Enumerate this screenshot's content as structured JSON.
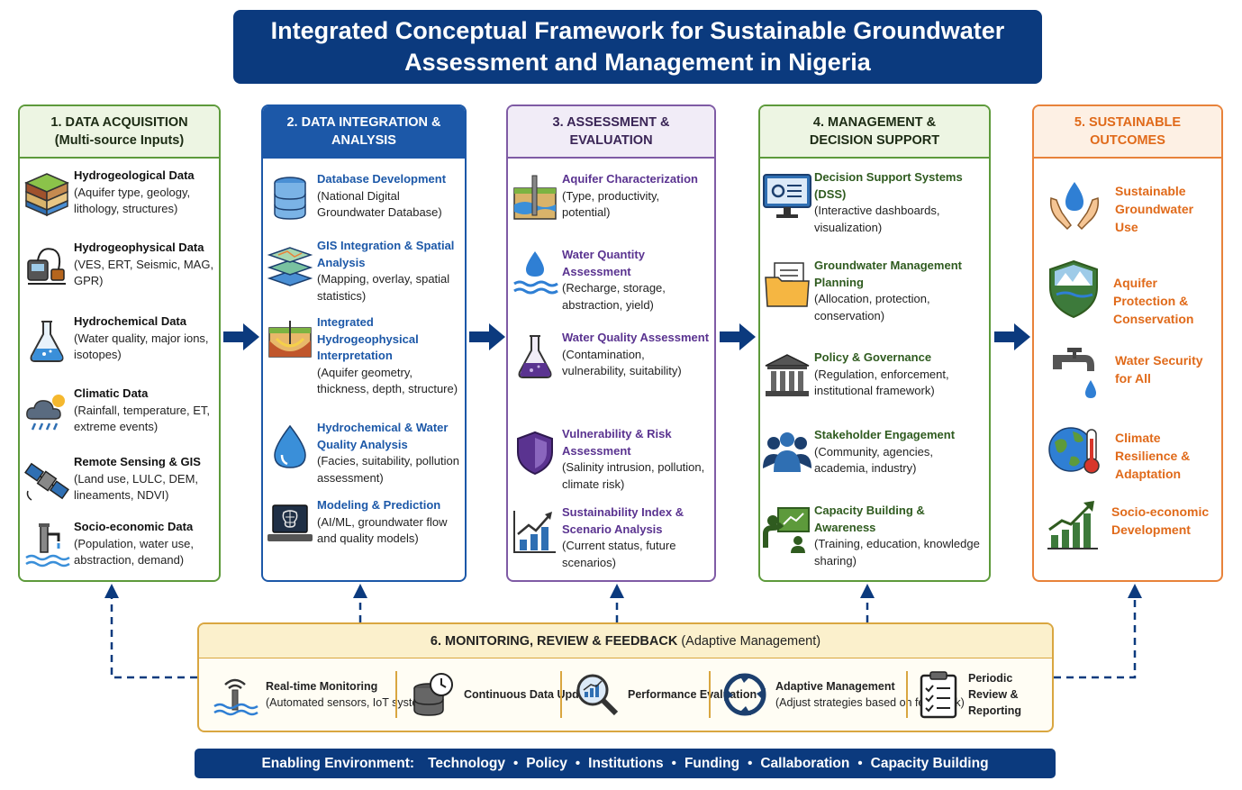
{
  "title": {
    "line1": "Integrated Conceptual Framework for Sustainable Groundwater",
    "line2": "Assessment and Management in Nigeria"
  },
  "columns": [
    {
      "heading_line1": "1. DATA ACQUISITION",
      "heading_line2": "(Multi-source Inputs)",
      "items": [
        {
          "title": "Hydrogeological Data",
          "desc": "(Aquifer type, geology, lithology, structures)",
          "icon": "soil-layers-icon"
        },
        {
          "title": "Hydrogeophysical Data",
          "desc": "(VES, ERT, Seismic, MAG, GPR)",
          "icon": "geophysics-instrument-icon"
        },
        {
          "title": "Hydrochemical Data",
          "desc": "(Water quality, major ions, isotopes)",
          "icon": "flask-icon"
        },
        {
          "title": "Climatic Data",
          "desc": "(Rainfall, temperature, ET, extreme events)",
          "icon": "rain-cloud-icon"
        },
        {
          "title": "Remote Sensing & GIS",
          "desc": "(Land use, LULC, DEM, lineaments, NDVI)",
          "icon": "satellite-icon"
        },
        {
          "title": "Socio-economic Data",
          "desc": "(Population, water use, abstraction, demand)",
          "icon": "water-tap-icon"
        }
      ]
    },
    {
      "heading_line1": "2. DATA INTEGRATION &",
      "heading_line2": "ANALYSIS",
      "items": [
        {
          "title": "Database Development",
          "desc": "(National Digital Groundwater Database)",
          "icon": "database-icon"
        },
        {
          "title": "GIS Integration & Spatial Analysis",
          "desc": "(Mapping, overlay, spatial statistics)",
          "icon": "gis-layers-icon"
        },
        {
          "title": "Integrated Hydrogeophysical Interpretation",
          "desc": "(Aquifer geometry, thickness, depth, structure)",
          "icon": "subsurface-section-icon"
        },
        {
          "title": "Hydrochemical & Water Quality Analysis",
          "desc": "(Facies, suitability, pollution assessment)",
          "icon": "water-drop-icon"
        },
        {
          "title": "Modeling & Prediction",
          "desc": "(AI/ML, groundwater flow and quality models)",
          "icon": "ai-laptop-icon"
        }
      ]
    },
    {
      "heading_line1": "3. ASSESSMENT &",
      "heading_line2": "EVALUATION",
      "items": [
        {
          "title": "Aquifer Characterization",
          "desc": "(Type, productivity, potential)",
          "icon": "aquifer-well-icon"
        },
        {
          "title": "Water Quantity Assessment",
          "desc": "(Recharge, storage, abstraction, yield)",
          "icon": "drop-waves-icon"
        },
        {
          "title": "Water Quality Assessment",
          "desc": "(Contamination, vulnerability, suitability)",
          "icon": "purple-flask-icon"
        },
        {
          "title": "Vulnerability & Risk Assessment",
          "desc": "(Salinity intrusion, pollution, climate risk)",
          "icon": "shield-icon"
        },
        {
          "title": "Sustainability Index & Scenario Analysis",
          "desc": "(Current status, future scenarios)",
          "icon": "trend-chart-icon"
        }
      ]
    },
    {
      "heading_line1": "4. MANAGEMENT &",
      "heading_line2": "DECISION SUPPORT",
      "items": [
        {
          "title": "Decision Support Systems (DSS)",
          "desc": "(Interactive dashboards, visualization)",
          "icon": "dashboard-monitor-icon"
        },
        {
          "title": "Groundwater Management Planning",
          "desc": "(Allocation, protection, conservation)",
          "icon": "folder-document-icon"
        },
        {
          "title": "Policy & Governance",
          "desc": "(Regulation, enforcement, institutional framework)",
          "icon": "government-building-icon"
        },
        {
          "title": "Stakeholder Engagement",
          "desc": "(Community, agencies, academia, industry)",
          "icon": "people-group-icon"
        },
        {
          "title": "Capacity Building & Awareness",
          "desc": "(Training, education, knowledge sharing)",
          "icon": "teaching-board-icon"
        }
      ]
    },
    {
      "heading_line1": "5. SUSTAINABLE",
      "heading_line2": "OUTCOMES",
      "items": [
        {
          "title": "Sustainable Groundwater Use",
          "icon": "hands-drop-icon"
        },
        {
          "title": "Aquifer Protection & Conservation",
          "icon": "landscape-shield-icon"
        },
        {
          "title": "Water Security for All",
          "icon": "faucet-drop-icon"
        },
        {
          "title": "Climate Resilience & Adaptation",
          "icon": "globe-thermometer-icon"
        },
        {
          "title": "Socio-economic Development",
          "icon": "growth-bars-icon"
        }
      ]
    }
  ],
  "feedback": {
    "heading_bold": "6. MONITORING, REVIEW & FEEDBACK",
    "heading_rest": " (Adaptive Management)",
    "items": [
      {
        "title": "Real-time Monitoring",
        "desc": "(Automated sensors, IoT systems)",
        "icon": "sensor-signal-icon"
      },
      {
        "title": "Continuous Data Update",
        "desc": "",
        "icon": "database-clock-icon"
      },
      {
        "title": "Performance Evaluation",
        "desc": "",
        "icon": "magnifier-chart-icon"
      },
      {
        "title": "Adaptive Management",
        "desc": "(Adjust strategies based on feedback)",
        "icon": "cycle-arrows-icon"
      },
      {
        "title": "Periodic Review & Reporting",
        "desc": "",
        "icon": "clipboard-checklist-icon"
      }
    ]
  },
  "enabling": {
    "label": "Enabling Environment:",
    "items": [
      "Technology",
      "Policy",
      "Institutions",
      "Funding",
      "Callaboration",
      "Capacity Building"
    ]
  },
  "colors": {
    "navy": "#0b3a7e",
    "green": "#5d9a3b",
    "blue": "#1c58a8",
    "purple": "#7f5ba5",
    "orange": "#e8823a",
    "gold": "#d9a640"
  }
}
